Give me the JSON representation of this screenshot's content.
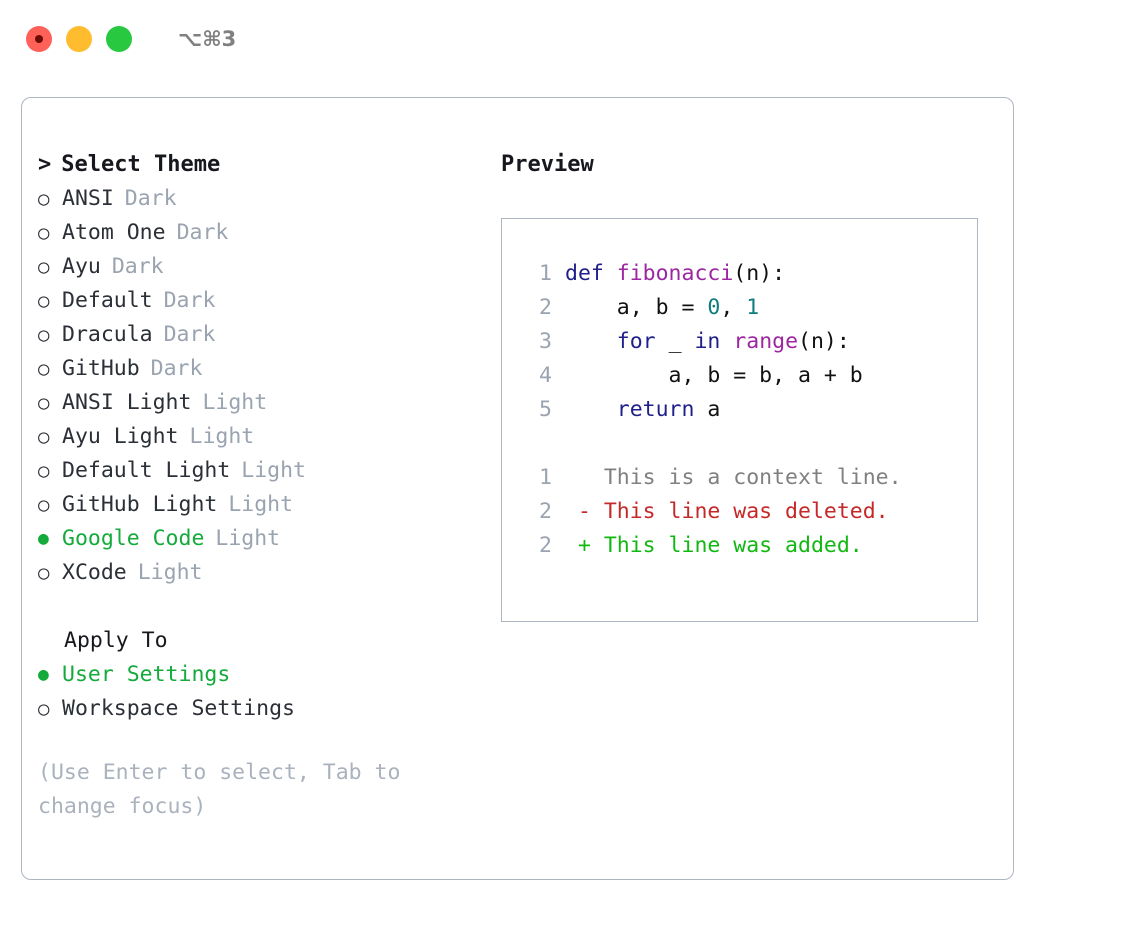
{
  "window": {
    "title": "⌥⌘3",
    "traffic_lights": [
      "close-red",
      "minimize-yellow",
      "maximize-green"
    ]
  },
  "colors": {
    "selected_green": "#14aa3c",
    "muted_gray": "#9aa3b0",
    "hint_gray": "#aab2bd",
    "border": "#aeb6c2",
    "keyword_blue": "#1f1f8c",
    "function_magenta": "#9c27a0",
    "number_teal": "#0f7d7d",
    "diff_deleted_red": "#c62828",
    "diff_added_green": "#12b812",
    "diff_context_gray": "#808080"
  },
  "theme_list": {
    "caret": ">",
    "heading": "Select Theme",
    "bullet_on": "●",
    "bullet_off": "○",
    "items": [
      {
        "name": "ANSI",
        "variant": "Dark",
        "selected": false
      },
      {
        "name": "Atom One",
        "variant": "Dark",
        "selected": false
      },
      {
        "name": "Ayu",
        "variant": "Dark",
        "selected": false
      },
      {
        "name": "Default",
        "variant": "Dark",
        "selected": false
      },
      {
        "name": "Dracula",
        "variant": "Dark",
        "selected": false
      },
      {
        "name": "GitHub",
        "variant": "Dark",
        "selected": false
      },
      {
        "name": "ANSI Light",
        "variant": "Light",
        "selected": false
      },
      {
        "name": "Ayu Light",
        "variant": "Light",
        "selected": false
      },
      {
        "name": "Default Light",
        "variant": "Light",
        "selected": false
      },
      {
        "name": "GitHub Light",
        "variant": "Light",
        "selected": false
      },
      {
        "name": "Google Code",
        "variant": "Light",
        "selected": true
      },
      {
        "name": "XCode",
        "variant": "Light",
        "selected": false
      }
    ]
  },
  "apply_to": {
    "heading": "Apply To",
    "items": [
      {
        "name": "User Settings",
        "selected": true
      },
      {
        "name": "Workspace Settings",
        "selected": false
      }
    ]
  },
  "hint": "(Use Enter to select, Tab to change focus)",
  "preview": {
    "title": "Preview",
    "code_lines": [
      {
        "number": "1",
        "tokens": [
          {
            "text": "def ",
            "type": "kw"
          },
          {
            "text": "fibonacci",
            "type": "fn"
          },
          {
            "text": "(n):",
            "type": "pl"
          }
        ]
      },
      {
        "number": "2",
        "tokens": [
          {
            "text": "    a, b = ",
            "type": "pl"
          },
          {
            "text": "0",
            "type": "num"
          },
          {
            "text": ", ",
            "type": "pl"
          },
          {
            "text": "1",
            "type": "num"
          }
        ]
      },
      {
        "number": "3",
        "tokens": [
          {
            "text": "    ",
            "type": "pl"
          },
          {
            "text": "for",
            "type": "kw"
          },
          {
            "text": " _ ",
            "type": "pl"
          },
          {
            "text": "in",
            "type": "kw"
          },
          {
            "text": " ",
            "type": "pl"
          },
          {
            "text": "range",
            "type": "fn"
          },
          {
            "text": "(n):",
            "type": "pl"
          }
        ]
      },
      {
        "number": "4",
        "tokens": [
          {
            "text": "        a, b = b, a + b",
            "type": "pl"
          }
        ]
      },
      {
        "number": "5",
        "tokens": [
          {
            "text": "    ",
            "type": "pl"
          },
          {
            "text": "return",
            "type": "kw"
          },
          {
            "text": " a",
            "type": "pl"
          }
        ]
      }
    ],
    "diff_lines": [
      {
        "number": "1",
        "tokens": [
          {
            "text": "   This is a context line.",
            "type": "ctx"
          }
        ]
      },
      {
        "number": "2",
        "tokens": [
          {
            "text": " - This line was deleted.",
            "type": "del"
          }
        ]
      },
      {
        "number": "2",
        "tokens": [
          {
            "text": " + This line was added.",
            "type": "add"
          }
        ]
      }
    ]
  }
}
